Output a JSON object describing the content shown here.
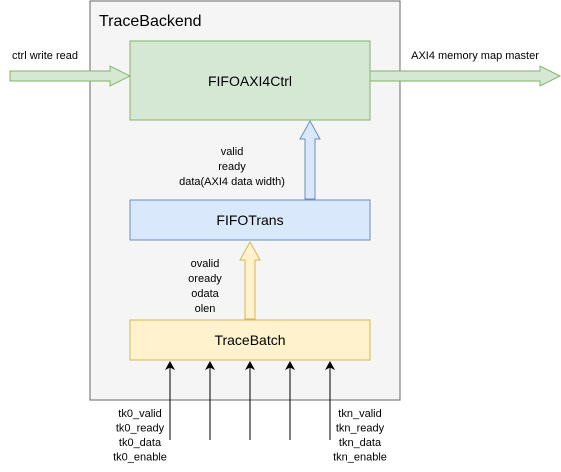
{
  "container": {
    "title": "TraceBackend"
  },
  "blocks": {
    "fifo_axi4_ctrl": {
      "label": "FIFOAXI4Ctrl"
    },
    "fifo_trans": {
      "label": "FIFOTrans"
    },
    "trace_batch": {
      "label": "TraceBatch"
    }
  },
  "edges": {
    "input": {
      "label": "ctrl write read"
    },
    "output": {
      "label": "AXI4 memory map master"
    },
    "trans_to_ctrl": {
      "lines": [
        "valid",
        "ready",
        "data(AXI4 data width)"
      ]
    },
    "batch_to_trans": {
      "lines": [
        "ovalid",
        "oready",
        "odata",
        "olen"
      ]
    },
    "tk0": {
      "lines": [
        "tk0_valid",
        "tk0_ready",
        "tk0_data",
        "tk0_enable"
      ]
    },
    "tkn": {
      "lines": [
        "tkn_valid",
        "tkn_ready",
        "tkn_data",
        "tkn_enable"
      ]
    }
  },
  "colors": {
    "container_fill": "#f5f5f5",
    "container_stroke": "#666666",
    "green_fill": "#d5e8d4",
    "green_stroke": "#82b366",
    "blue_fill": "#dae8fc",
    "blue_stroke": "#6c8ebf",
    "yellow_fill": "#fff2cc",
    "yellow_stroke": "#d6b656"
  }
}
